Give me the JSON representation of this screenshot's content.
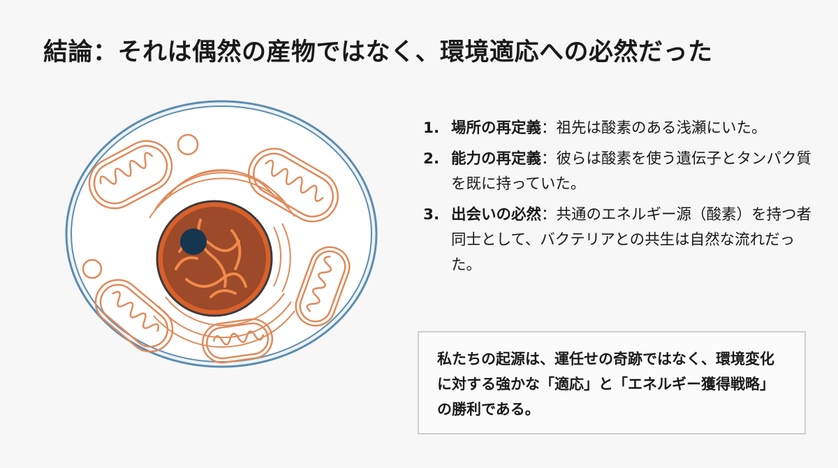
{
  "slide": {
    "title": "結論：それは偶然の産物ではなく、環境適応への必然だった"
  },
  "figure": {
    "icon": "eukaryotic-cell-icon",
    "colors": {
      "membrane": "#5b8db1",
      "organelle": "#e08a5a",
      "nucleus": "#d9602a",
      "nucleolus": "#16354f"
    }
  },
  "points": [
    {
      "num": "1.",
      "label": "場所の再定義",
      "sep": "：",
      "text": "祖先は酸素のある浅瀬にいた。"
    },
    {
      "num": "2.",
      "label": "能力の再定義",
      "sep": "：",
      "text": "彼らは酸素を使う遺伝子とタンパク質を既に持っていた。"
    },
    {
      "num": "3.",
      "label": "出会いの必然",
      "sep": "：",
      "text": "共通のエネルギー源（酸素）を持つ者同士として、バクテリアとの共生は自然な流れだった。"
    }
  ],
  "conclusion": {
    "text": "私たちの起源は、運任せの奇跡ではなく、環境変化に対する強かな「適応」と「エネルギー獲得戦略」の勝利である。"
  }
}
